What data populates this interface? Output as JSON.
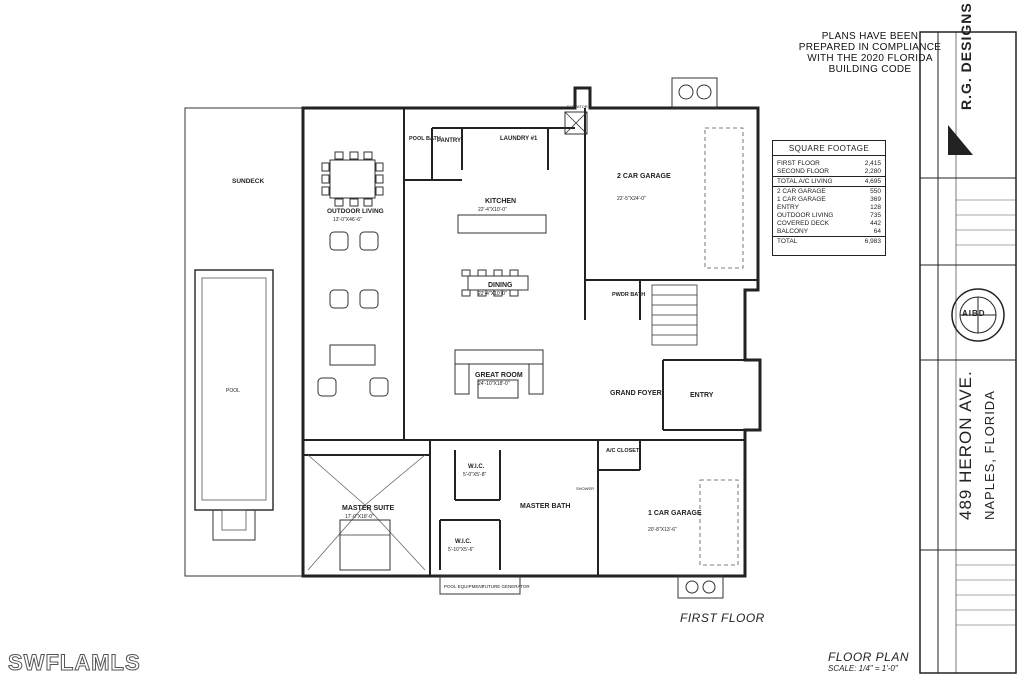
{
  "compliance_note": [
    "PLANS HAVE BEEN",
    "PREPARED IN COMPLIANCE",
    "WITH THE 2020 FLORIDA",
    "BUILDING CODE"
  ],
  "square_footage": {
    "title": "SQUARE FOOTAGE",
    "living_rows": [
      {
        "label": "FIRST FLOOR",
        "value": "2,415"
      },
      {
        "label": "SECOND FLOOR",
        "value": "2,280"
      }
    ],
    "living_total": {
      "label": "TOTAL A/C LIVING",
      "value": "4,695"
    },
    "other_rows": [
      {
        "label": "2 CAR GARAGE",
        "value": "550"
      },
      {
        "label": "1 CAR GARAGE",
        "value": "369"
      },
      {
        "label": "ENTRY",
        "value": "128"
      },
      {
        "label": "OUTDOOR LIVING",
        "value": "735"
      },
      {
        "label": "COVERED DECK",
        "value": "442"
      },
      {
        "label": "BALCONY",
        "value": "64"
      }
    ],
    "total": {
      "label": "TOTAL",
      "value": "6,983"
    }
  },
  "rooms": {
    "sundeck": "SUNDECK",
    "outdoor_living": "OUTDOOR LIVING",
    "outdoor_living_dim": "13'-0\"X46'-6\"",
    "pool_bath": "POOL BATH",
    "pantry": "PANTRY",
    "laundry": "LAUNDRY #1",
    "kitchen": "KITCHEN",
    "kitchen_dim": "22'-4\"X10'-0\"",
    "dining": "DINING",
    "dining_dim": "22'-4\"X10'-0\"",
    "great_room": "GREAT ROOM",
    "great_room_dim": "24'-10\"X18'-0\"",
    "garage2": "2 CAR GARAGE",
    "garage2_dim": "22'-5\"X24'-0\"",
    "pwdr_bath": "PWDR BATH",
    "grand_foyer": "GRAND FOYER",
    "entry": "ENTRY",
    "master_suite": "MASTER SUITE",
    "master_suite_dim": "17'-0\"X18'-0\"",
    "wic_top": "W.I.C.",
    "wic_top_dim": "5'-0\"X5'-8\"",
    "wic_bottom": "W.I.C.",
    "wic_bottom_dim": "5'-10\"X5'-6\"",
    "master_bath": "MASTER BATH",
    "ac_closet": "A/C CLOSET",
    "garage1": "1 CAR GARAGE",
    "garage1_dim": "20'-8\"X13'-6\"",
    "pool": "POOL",
    "pool_equipment": "POOL EQUIPMENT",
    "future_generator": "FUTURE GENERATOR",
    "elevator": "ELEVATOR",
    "shower": "SHOWER"
  },
  "first_floor": "FIRST FLOOR",
  "floor_plan": "FLOOR PLAN",
  "scale": "SCALE: 1/4\" = 1'-0\"",
  "title_block": {
    "firm": "R.G. DESIGNS",
    "address_line": "489 HERON AVE.",
    "city_line": "NAPLES, FLORIDA",
    "seal": "AIBD"
  },
  "watermark": "SWFLAMLS"
}
